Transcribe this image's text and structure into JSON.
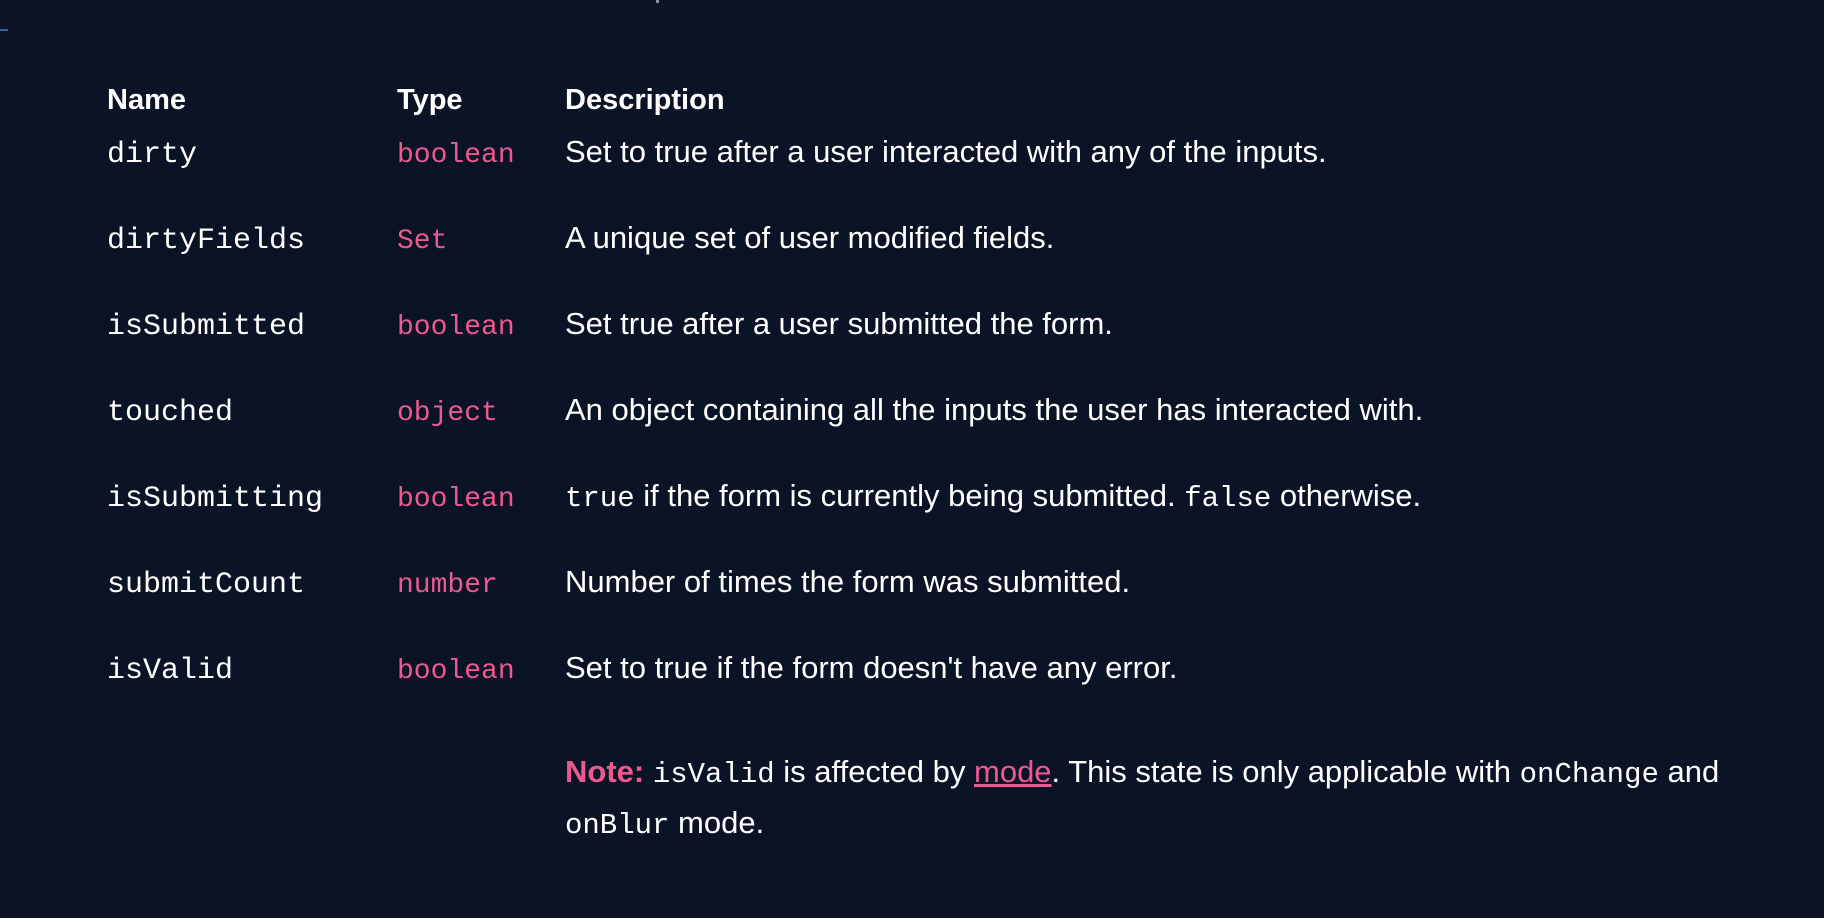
{
  "table": {
    "headers": {
      "name": "Name",
      "type": "Type",
      "description": "Description"
    },
    "rows": [
      {
        "name": "dirty",
        "type": "boolean",
        "description": "Set to true after a user interacted with any of the inputs."
      },
      {
        "name": "dirtyFields",
        "type": "Set",
        "description": "A unique set of user modified fields."
      },
      {
        "name": "isSubmitted",
        "type": "boolean",
        "description": "Set true after a user submitted the form."
      },
      {
        "name": "touched",
        "type": "object",
        "description": "An object containing all the inputs the user has interacted with."
      },
      {
        "name": "isSubmitting",
        "type": "boolean",
        "description_code_1": "true",
        "description_text_1": " if the form is currently being submitted. ",
        "description_code_2": "false",
        "description_text_2": " otherwise."
      },
      {
        "name": "submitCount",
        "type": "number",
        "description": "Number of times the form was submitted."
      },
      {
        "name": "isValid",
        "type": "boolean",
        "description": "Set to true if the form doesn't have any error."
      }
    ]
  },
  "note": {
    "label": "Note:",
    "code_1": "isValid",
    "text_1": " is affected by ",
    "link": "mode",
    "text_2": ". This state is only applicable with ",
    "code_2": "onChange",
    "text_3": " and ",
    "code_3": "onBlur",
    "text_4": " mode."
  },
  "colors": {
    "background": "#0b1326",
    "accent": "#ec5990",
    "text": "#ffffff"
  }
}
